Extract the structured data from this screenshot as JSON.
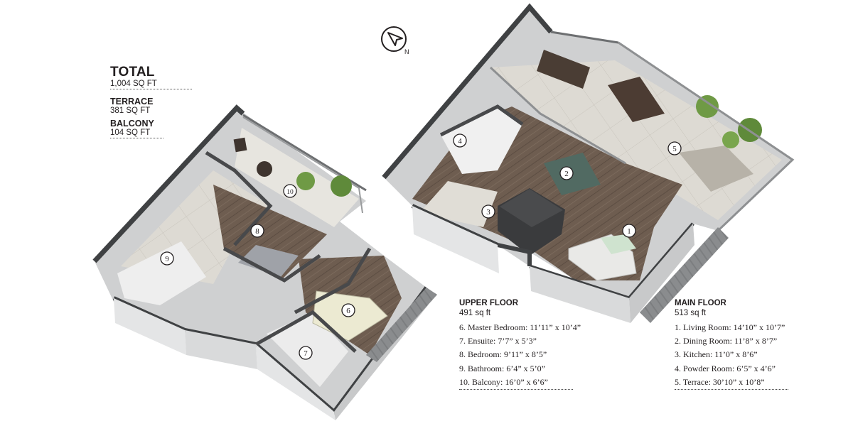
{
  "summary": {
    "total_label": "TOTAL",
    "total_area": "1,004 SQ FT",
    "terrace_label": "TERRACE",
    "terrace_area": "381 SQ FT",
    "balcony_label": "BALCONY",
    "balcony_area": "104 SQ FT"
  },
  "compass": {
    "label": "N",
    "icon": "north-arrow-icon"
  },
  "upper_floor": {
    "title": "UPPER FLOOR",
    "area": "491 sq ft",
    "rooms": [
      "6. Master Bedroom: 11’11” x 10’4”",
      "7. Ensuite: 7’7” x 5’3”",
      "8. Bedroom: 9’11” x 8’5”",
      "9. Bathroom: 6’4” x 5’0”",
      "10. Balcony: 16’0” x 6’6”"
    ]
  },
  "main_floor": {
    "title": "MAIN FLOOR",
    "area": "513 sq ft",
    "rooms": [
      "1. Living Room: 14’10” x 10’7”",
      "2. Dining Room: 11’8” x 8’7”",
      "3. Kitchen: 11’0” x 8’6”",
      "4. Powder Room: 6’5” x 4’6”",
      "5. Terrace: 30’10” x 10’8”"
    ]
  },
  "room_markers": [
    "1",
    "2",
    "3",
    "4",
    "5",
    "6",
    "7",
    "8",
    "9",
    "10"
  ],
  "colors": {
    "wall_top": "#3f4143",
    "wall_face": "#e6e7e8",
    "wood_floor": "#6b5a4d",
    "tile_floor": "#d8d5cf",
    "terrace_floor": "#dcdad4",
    "plant": "#5f8a3a"
  }
}
